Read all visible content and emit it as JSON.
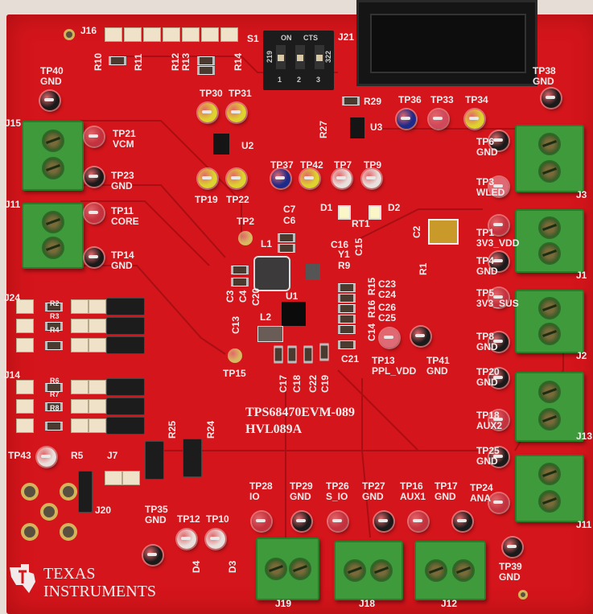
{
  "board": {
    "title": "TPS68470EVM-089",
    "revision": "HVL089A",
    "manufacturer_logo": "TEXAS INSTRUMENTS",
    "logo_line1": "TEXAS",
    "logo_line2": "INSTRUMENTS",
    "color": "#d4151b"
  },
  "dip_switch": {
    "label_on": "ON",
    "label_brand": "CTS",
    "code_left": "219",
    "code_right": "322",
    "positions": [
      "1",
      "2",
      "3"
    ]
  },
  "test_points": [
    {
      "id": "TP40",
      "net": "GND",
      "color": "#1a1a1a"
    },
    {
      "id": "TP21",
      "net": "VCM",
      "color": "#c3323e"
    },
    {
      "id": "TP23",
      "net": "GND",
      "color": "#1a1a1a"
    },
    {
      "id": "TP11",
      "net": "CORE",
      "color": "#c3323e"
    },
    {
      "id": "TP14",
      "net": "GND",
      "color": "#1a1a1a"
    },
    {
      "id": "TP30",
      "net": "",
      "color": "#ddd22e"
    },
    {
      "id": "TP31",
      "net": "",
      "color": "#ddd22e"
    },
    {
      "id": "TP19",
      "net": "",
      "color": "#ddd22e"
    },
    {
      "id": "TP22",
      "net": "",
      "color": "#ddd22e"
    },
    {
      "id": "TP37",
      "net": "",
      "color": "#1c2a8a"
    },
    {
      "id": "TP42",
      "net": "",
      "color": "#ddd22e"
    },
    {
      "id": "TP7",
      "net": "",
      "color": "#e8e0dc"
    },
    {
      "id": "TP9",
      "net": "",
      "color": "#e8e0dc"
    },
    {
      "id": "TP36",
      "net": "",
      "color": "#1c2a8a"
    },
    {
      "id": "TP33",
      "net": "",
      "color": "#d0485a"
    },
    {
      "id": "TP34",
      "net": "",
      "color": "#ddd22e"
    },
    {
      "id": "TP38",
      "net": "GND",
      "color": "#1a1a1a"
    },
    {
      "id": "TP6",
      "net": "GND",
      "color": "#1a1a1a"
    },
    {
      "id": "TP3",
      "net": "WLED",
      "color": "#de6a78"
    },
    {
      "id": "TP1",
      "net": "3V3_VDD",
      "color": "#c3323e"
    },
    {
      "id": "TP4",
      "net": "GND",
      "color": "#1a1a1a"
    },
    {
      "id": "TP5",
      "net": "3V3_SUS",
      "color": "#c3323e"
    },
    {
      "id": "TP8",
      "net": "GND",
      "color": "#1a1a1a"
    },
    {
      "id": "TP20",
      "net": "GND",
      "color": "#1a1a1a"
    },
    {
      "id": "TP18",
      "net": "AUX2",
      "color": "#c3323e"
    },
    {
      "id": "TP25",
      "net": "GND",
      "color": "#1a1a1a"
    },
    {
      "id": "TP24",
      "net": "ANA",
      "color": "#c3323e"
    },
    {
      "id": "TP39",
      "net": "GND",
      "color": "#1a1a1a"
    },
    {
      "id": "TP13",
      "net": "PPL_VDD",
      "color": "#de6a78"
    },
    {
      "id": "TP41",
      "net": "GND",
      "color": "#1a1a1a"
    },
    {
      "id": "TP28",
      "net": "IO",
      "color": "#c3323e"
    },
    {
      "id": "TP29",
      "net": "GND",
      "color": "#1a1a1a"
    },
    {
      "id": "TP26",
      "net": "S_IO",
      "color": "#c3323e"
    },
    {
      "id": "TP27",
      "net": "GND",
      "color": "#1a1a1a"
    },
    {
      "id": "TP16",
      "net": "AUX1",
      "color": "#c3323e"
    },
    {
      "id": "TP17",
      "net": "GND",
      "color": "#1a1a1a"
    },
    {
      "id": "TP35",
      "net": "GND",
      "color": "#1a1a1a"
    },
    {
      "id": "TP12",
      "net": "",
      "color": "#e8e0dc"
    },
    {
      "id": "TP10",
      "net": "",
      "color": "#e8e0dc"
    },
    {
      "id": "TP43",
      "net": "",
      "color": "#e8e0dc"
    },
    {
      "id": "TP2",
      "net": "",
      "color": "#d8b860"
    },
    {
      "id": "TP15",
      "net": "",
      "color": "#d8b860"
    }
  ],
  "terminal_blocks": [
    "J15",
    "J11",
    "J3",
    "J1",
    "J2",
    "J13",
    "J11",
    "J19",
    "J18",
    "J12"
  ],
  "silkscreen": [
    "J16",
    "S1",
    "J21",
    "R10",
    "R11",
    "R12",
    "R13",
    "R14",
    "R29",
    "R27",
    "U3",
    "U2",
    "D1",
    "D2",
    "RT1",
    "C7",
    "C6",
    "L1",
    "C16",
    "Y1",
    "C15",
    "R9",
    "C2",
    "R1",
    "C3",
    "C4",
    "C20",
    "U1",
    "C23",
    "R15",
    "C24",
    "C26",
    "R16",
    "C25",
    "C14",
    "L2",
    "C13",
    "C21",
    "C17",
    "C18",
    "C22",
    "C19",
    "J24",
    "J14",
    "R2",
    "R3",
    "R4",
    "R6",
    "R7",
    "R8",
    "R5",
    "J7",
    "R25",
    "R24",
    "J20",
    "D4",
    "D3"
  ]
}
